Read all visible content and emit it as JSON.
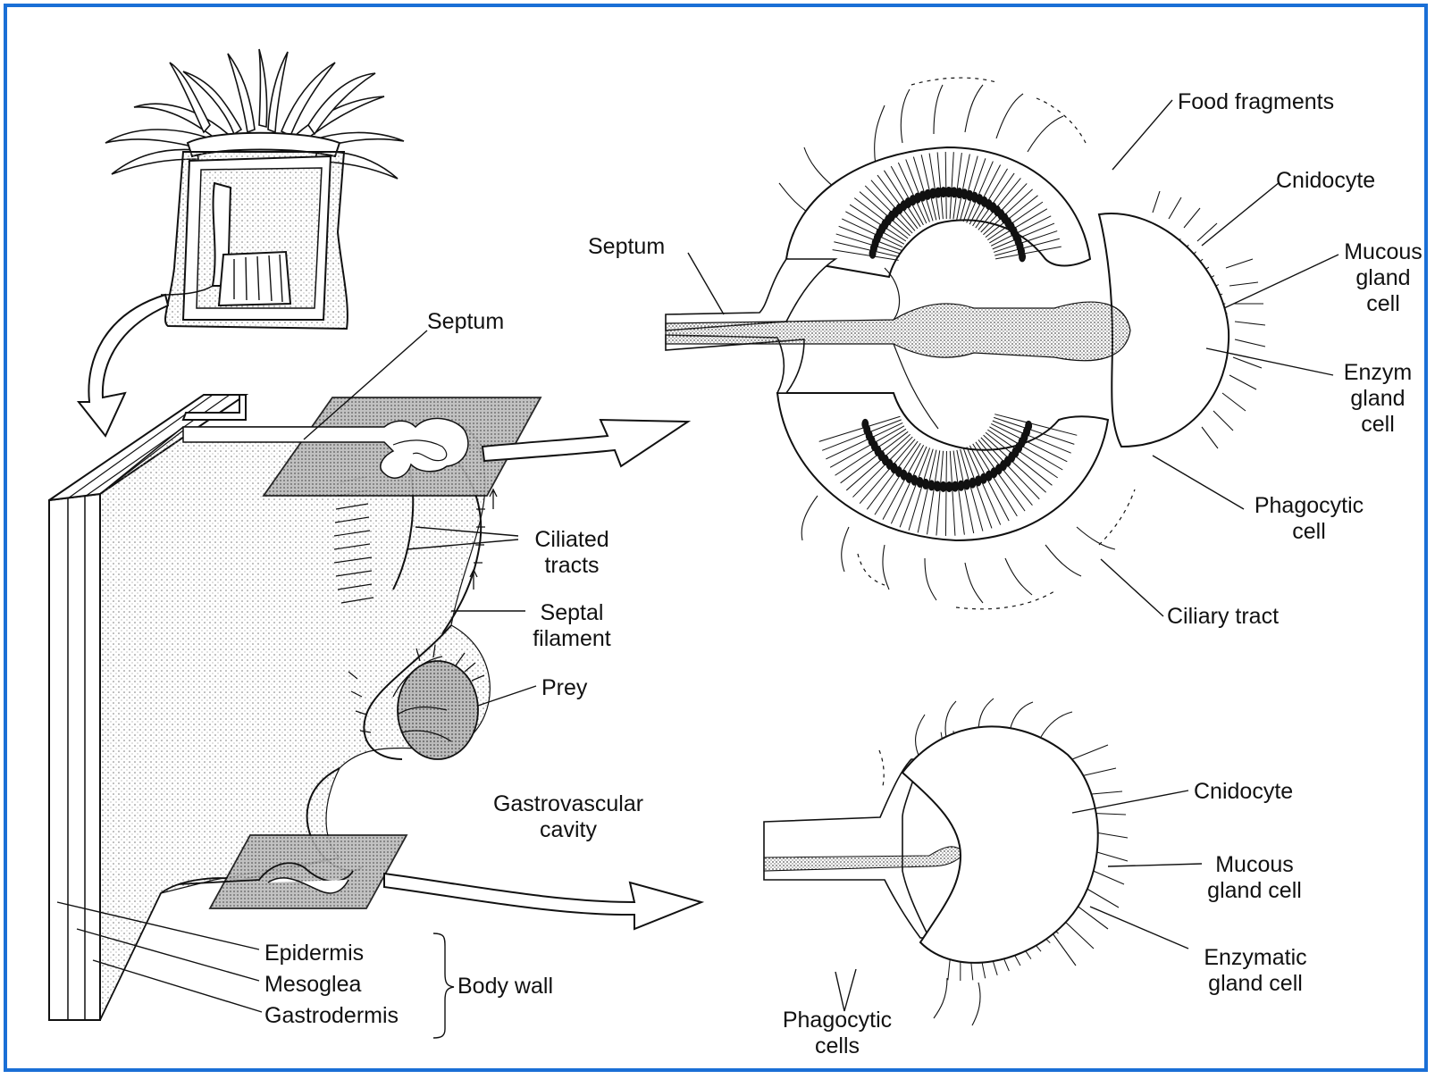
{
  "colors": {
    "border": "#1a6fd6",
    "ink": "#111111",
    "stipple": "#9a9a9a"
  },
  "labels": {
    "septum_main": "Septum",
    "ciliated_tracts_1": "Ciliated",
    "ciliated_tracts_2": "tracts",
    "septal_filament_1": "Septal",
    "septal_filament_2": "filament",
    "prey": "Prey",
    "gastrovascular_1": "Gastrovascular",
    "gastrovascular_2": "cavity",
    "epidermis": "Epidermis",
    "mesoglea": "Mesoglea",
    "gastrodermis": "Gastrodermis",
    "body_wall": "Body wall",
    "septum_upper": "Septum",
    "food_fragments": "Food fragments",
    "cnidocyte_upper": "Cnidocyte",
    "mucous_upper_1": "Mucous",
    "mucous_upper_2": "gland",
    "mucous_upper_3": "cell",
    "enzym_upper_1": "Enzym",
    "enzym_upper_2": "gland",
    "enzym_upper_3": "cell",
    "phagocytic_upper_1": "Phagocytic",
    "phagocytic_upper_2": "cell",
    "ciliary_tract": "Ciliary tract",
    "cnidocyte_lower": "Cnidocyte",
    "mucous_lower_1": "Mucous",
    "mucous_lower_2": "gland cell",
    "enzymatic_lower_1": "Enzymatic",
    "enzymatic_lower_2": "gland cell",
    "phagocytic_lower_1": "Phagocytic",
    "phagocytic_lower_2": "cells"
  }
}
